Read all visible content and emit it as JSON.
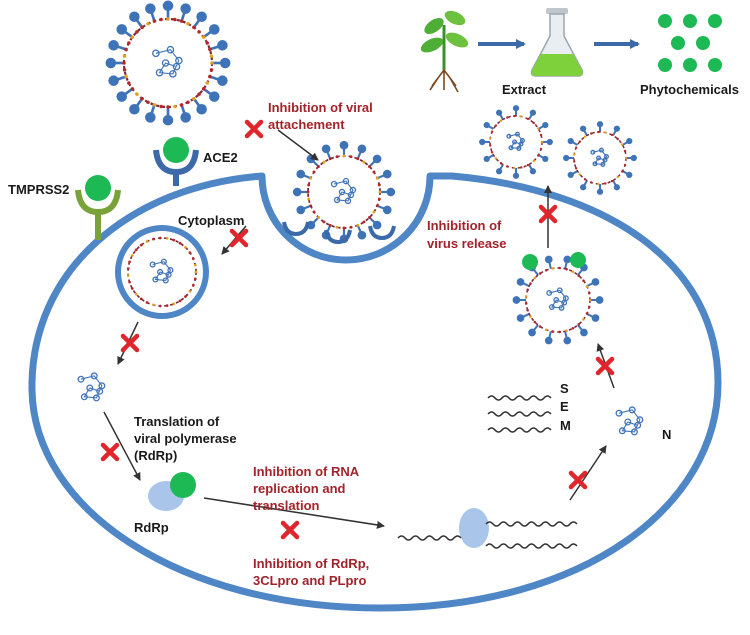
{
  "diagram": {
    "labels": {
      "extract": "Extract",
      "phytochemicals": "Phytochemicals",
      "ace2": "ACE2",
      "tmprss2": "TMPRSS2",
      "cytoplasm": "Cytoplasm",
      "inhibition_attachment": [
        "Inhibition of viral",
        "attachement"
      ],
      "inhibition_release": [
        "Inhibition of",
        "virus release"
      ],
      "translation": [
        "Translation of",
        "viral polymerase",
        "(RdRp)"
      ],
      "rdrp": "RdRp",
      "inhibition_rna": [
        "Inhibition of RNA",
        "replication and",
        "translation"
      ],
      "inhibition_proteases": [
        "Inhibition of RdRp,",
        "3CLpro and PLpro"
      ],
      "protein_s": "S",
      "protein_e": "E",
      "protein_m": "M",
      "protein_n": "N"
    },
    "colors": {
      "membrane": "#4f86c6",
      "spike": "#3f73b8",
      "envelope_dots": "#b5282a",
      "inhibit_x": "#e0262c",
      "phyto_green": "#1db954",
      "receptor_tmprss2": "#7aa23a",
      "receptor_ace2": "#3c6aa8",
      "ribosome": "#a9c6ea",
      "text_red": "#a1232b",
      "arrow_blue": "#3c6aa8"
    },
    "icons": [
      "plant-icon",
      "flask-icon",
      "virus-icon",
      "inhibit-x-icon",
      "rna-icon",
      "ribosome-icon"
    ]
  }
}
